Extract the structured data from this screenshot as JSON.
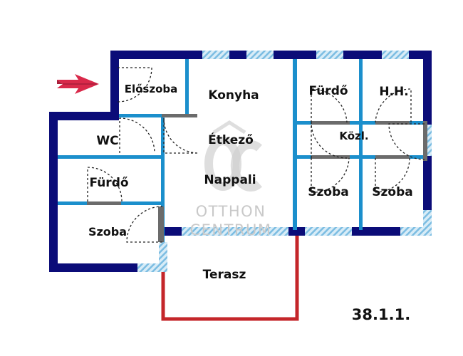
{
  "rooms": {
    "eloszoba": "Előszoba",
    "konyha": "Konyha",
    "furdo_top": "Fürdő",
    "hh": "H.H.",
    "wc": "WC",
    "etkezo": "Étkező",
    "kozl": "Közl.",
    "furdo_left": "Fürdő",
    "nappali": "Nappali",
    "szoba_mid": "Szoba",
    "szoba_right": "Szoba",
    "szoba_left": "Szoba",
    "terasz": "Terasz"
  },
  "plan_code": "38.1.1.",
  "watermark": {
    "line1": "OTTHON",
    "line2": "CENTRUM"
  },
  "colors": {
    "outer_wall": "#0b0c78",
    "inner_wall": "#1b8fcc",
    "window": "#8fc7e6",
    "terrace_outline": "#c4262a",
    "entrance_arrow": "#d9294a",
    "watermark": "#c9c9c9"
  }
}
